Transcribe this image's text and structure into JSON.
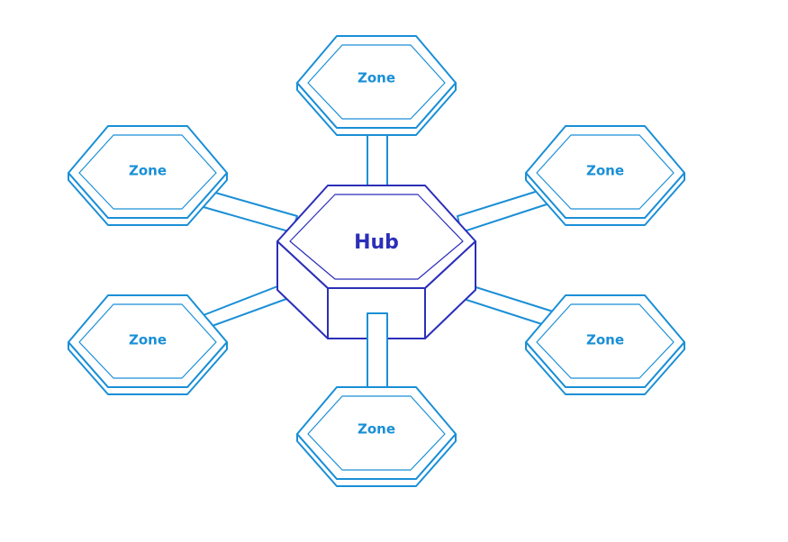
{
  "hub": {
    "label": "Hub",
    "color": "#2b2fb8"
  },
  "zones": [
    {
      "label": "Zone"
    },
    {
      "label": "Zone"
    },
    {
      "label": "Zone"
    },
    {
      "label": "Zone"
    },
    {
      "label": "Zone"
    },
    {
      "label": "Zone"
    }
  ],
  "zone_color": "#1a8fd6"
}
